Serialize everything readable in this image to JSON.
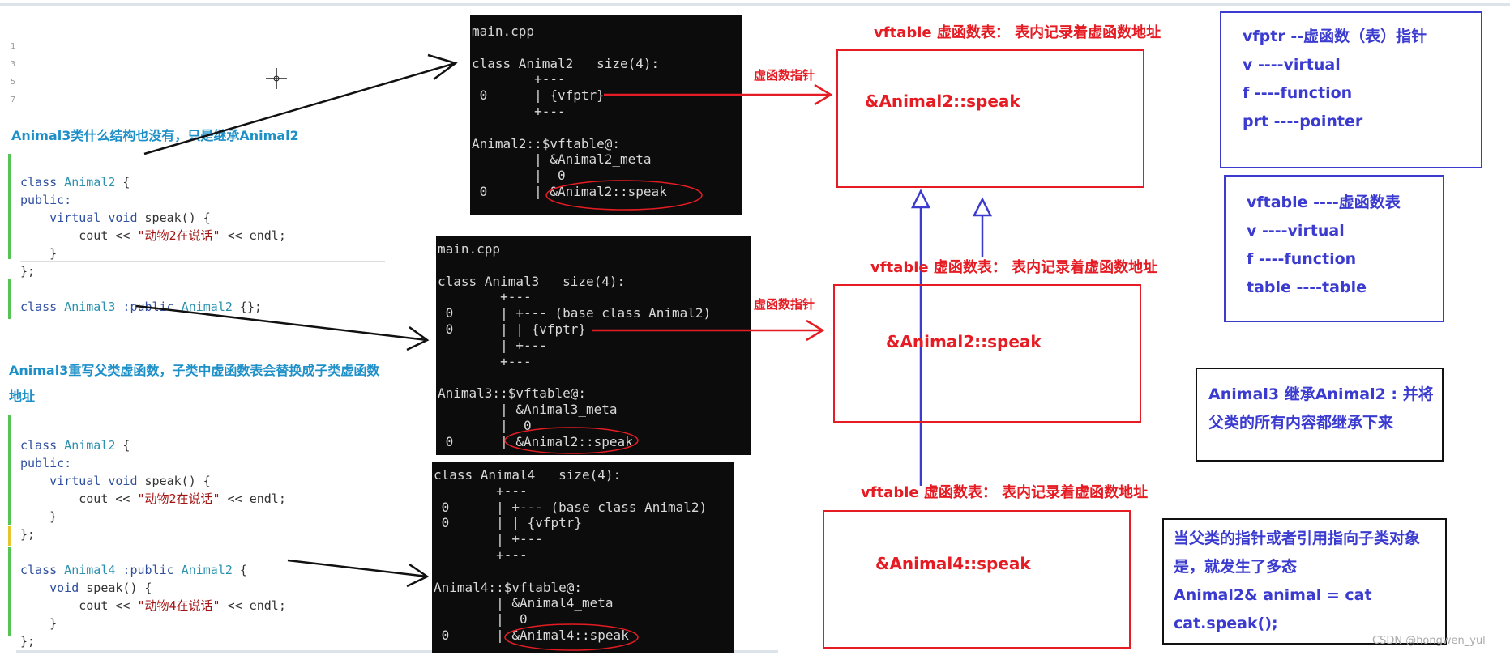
{
  "notes": {
    "note1": "Animal3类什么结构也没有，只是继承Animal2",
    "note2": "Animal3重写父类虚函数，子类中虚函数表会替换成子类虚函数地址"
  },
  "code1": {
    "l1": [
      "class",
      " Animal2",
      " {"
    ],
    "l2": "public:",
    "l3": [
      "    virtual",
      " void",
      " speak() {"
    ],
    "l4": [
      "        cout",
      " << ",
      "\"动物2在说话\"",
      " << endl;"
    ],
    "l5": "    }",
    "l6": "};",
    "l7": [
      "class",
      " Animal3",
      " :public",
      " Animal2",
      " {};"
    ]
  },
  "code2": {
    "l1": [
      "class",
      " Animal2",
      " {"
    ],
    "l2": "public:",
    "l3": [
      "    virtual",
      " void",
      " speak() {"
    ],
    "l4": [
      "        cout",
      " << ",
      "\"动物2在说话\"",
      " << endl;"
    ],
    "l5": "    }",
    "l6": "};",
    "l7": [
      "class",
      " Animal4",
      " :public",
      " Animal2",
      " {"
    ],
    "l8": [
      "    void",
      " speak() {"
    ],
    "l9": [
      "        cout",
      " << ",
      "\"动物4在说话\"",
      " << endl;"
    ],
    "l10": "    }",
    "l11": "};"
  },
  "terminals": {
    "t1": "main.cpp\n\nclass Animal2   size(4):\n        +---\n 0      | {vfptr}\n        +---\n\nAnimal2::$vftable@:\n        | &Animal2_meta\n        |  0\n 0      | &Animal2::speak",
    "t2": "main.cpp\n\nclass Animal3   size(4):\n        +---\n 0      | +--- (base class Animal2)\n 0      | | {vfptr}\n        | +---\n        +---\n\nAnimal3::$vftable@:\n        | &Animal3_meta\n        |  0\n 0      | &Animal2::speak",
    "t3": "class Animal4   size(4):\n        +---\n 0      | +--- (base class Animal2)\n 0      | | {vfptr}\n        | +---\n        +---\n\nAnimal4::$vftable@:\n        | &Animal4_meta\n        |  0\n 0      | &Animal4::speak"
  },
  "vtables": {
    "title_prefix": "vftable",
    "title_suffix": "虚函数表： 表内记录着虚函数地址",
    "box1_entry": "&Animal2::speak",
    "box2_entry": "&Animal2::speak",
    "box3_entry": "&Animal4::speak",
    "pointer_label": "虚函数指针"
  },
  "legend1": "vfptr --虚函数（表）指针\nv ----virtual\nf ----function\nprt ----pointer",
  "legend2": "vftable ----虚函数表\nv ----virtual\nf ----function\ntable ----table",
  "inherit_note": "Animal3 继承Animal2 : 并将\n父类的所有内容都继承下来",
  "poly_note": "当父类的指针或者引用指向子类对象\n是，就发生了多态\nAnimal2& animal = cat\ncat.speak();",
  "watermark": "CSDN @hongwen_yul",
  "colors": {
    "red": "#e51c23",
    "blue": "#3b3bd0",
    "note_blue": "#1e90c8",
    "terminal_bg": "#0c0c0c"
  }
}
